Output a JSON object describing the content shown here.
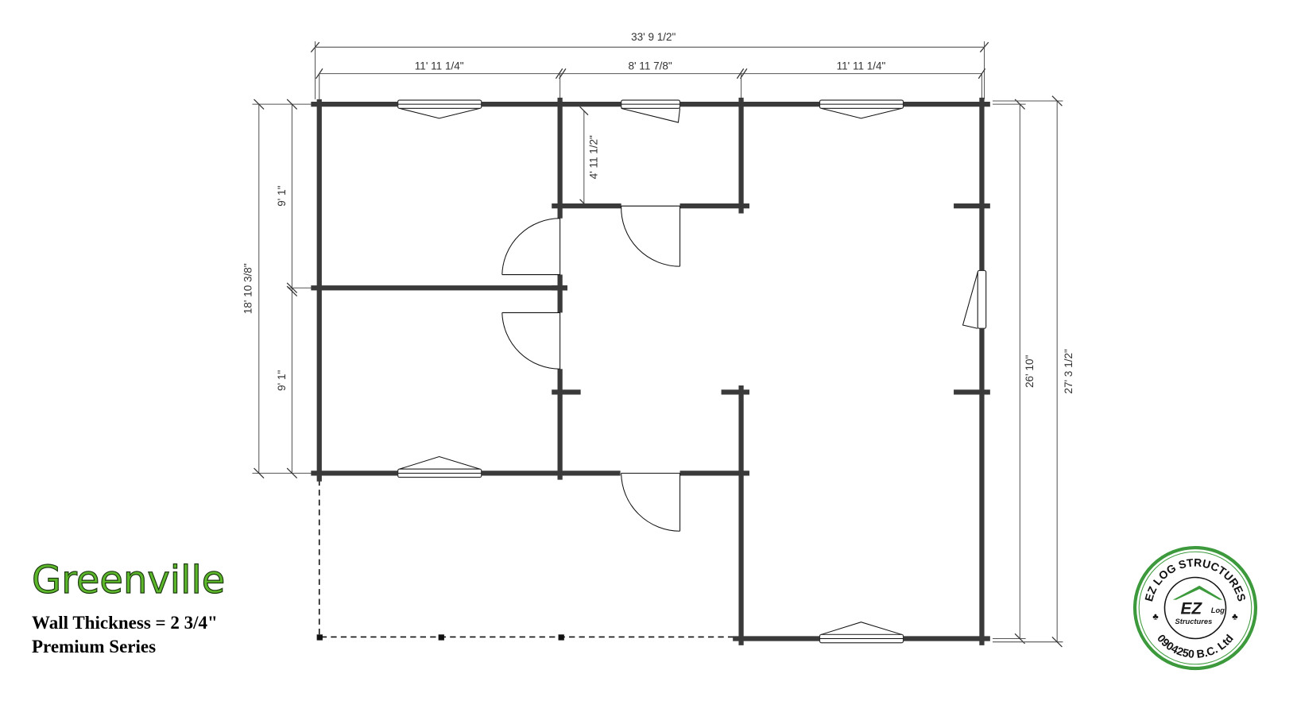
{
  "plan": {
    "name": "Greenville",
    "wall_thickness": "Wall Thickness = 2 3/4\"",
    "series": "Premium Series"
  },
  "dimensions": {
    "overall_width": "33' 9 1/2\"",
    "width_left": "11' 11 1/4\"",
    "width_middle": "8' 11 7/8\"",
    "width_right": "11' 11 1/4\"",
    "left_total": "18' 10 3/8\"",
    "left_upper": "9' 1\"",
    "left_lower": "9' 1\"",
    "closet_depth": "4' 11 1/2\"",
    "right_inner": "26' 10\"",
    "right_outer": "27' 3 1/2\""
  },
  "logo": {
    "top_text": "EZ LOG STRUCTURES",
    "bottom_text": "0904250 B.C. Ltd",
    "mark_ez": "EZ",
    "mark_log": "Log",
    "mark_structures": "Structures",
    "ring_color": "#3c9a3c"
  },
  "colors": {
    "wall": "#3a3a3a",
    "title_green": "#5cb82a"
  }
}
